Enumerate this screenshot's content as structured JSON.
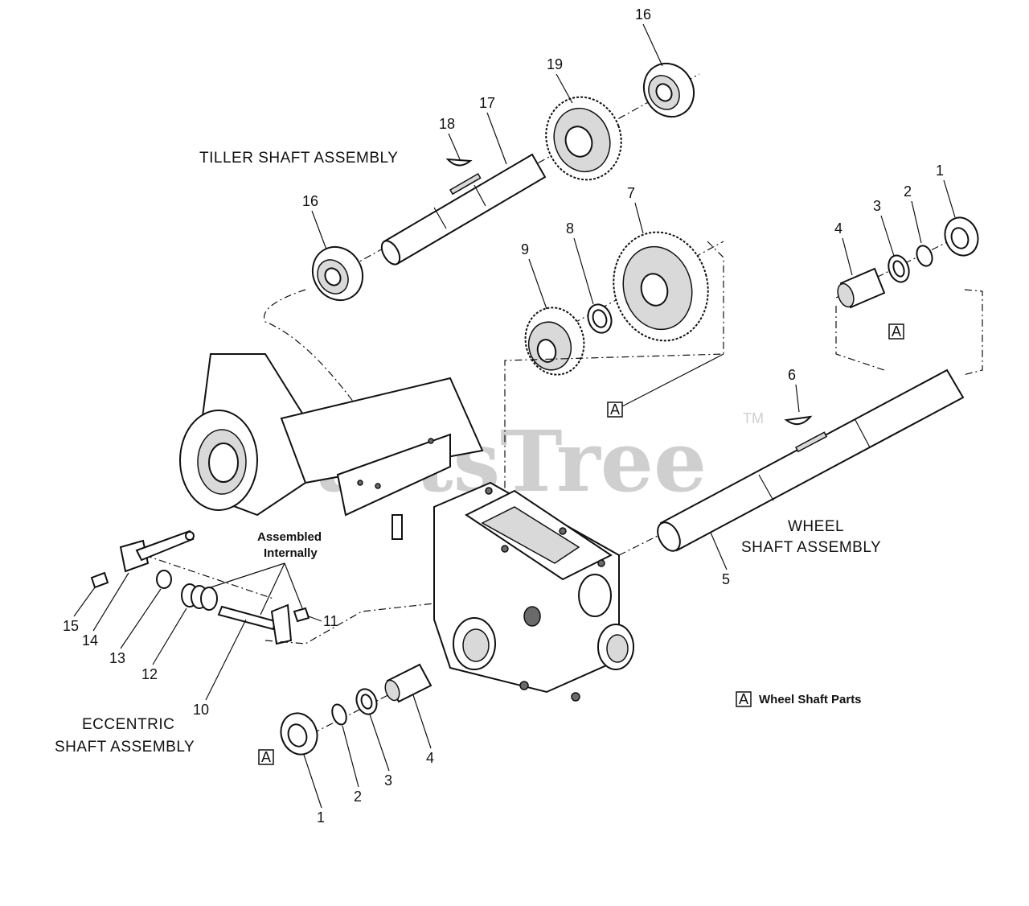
{
  "watermark": {
    "brand": "PartsTree",
    "trademark": "TM"
  },
  "labels": {
    "tiller_shaft": "TILLER SHAFT ASSEMBLY",
    "wheel_shaft_1": "WHEEL",
    "wheel_shaft_2": "SHAFT ASSEMBLY",
    "eccentric_1": "ECCENTRIC",
    "eccentric_2": "SHAFT ASSEMBLY",
    "assembled_1": "Assembled",
    "assembled_2": "Internally",
    "legend_text": "Wheel Shaft Parts",
    "box_letter": "A"
  },
  "callouts": {
    "c16_top": "16",
    "c19": "19",
    "c17": "17",
    "c18": "18",
    "c16_left": "16",
    "c7": "7",
    "c8": "8",
    "c9": "9",
    "c4_right": "4",
    "c3_right": "3",
    "c2_right": "2",
    "c1_right": "1",
    "c6": "6",
    "c5": "5",
    "c15": "15",
    "c14": "14",
    "c13": "13",
    "c12": "12",
    "c11": "11",
    "c10": "10",
    "c1_bottom": "1",
    "c2_bottom": "2",
    "c3_bottom": "3",
    "c4_bottom": "4"
  }
}
